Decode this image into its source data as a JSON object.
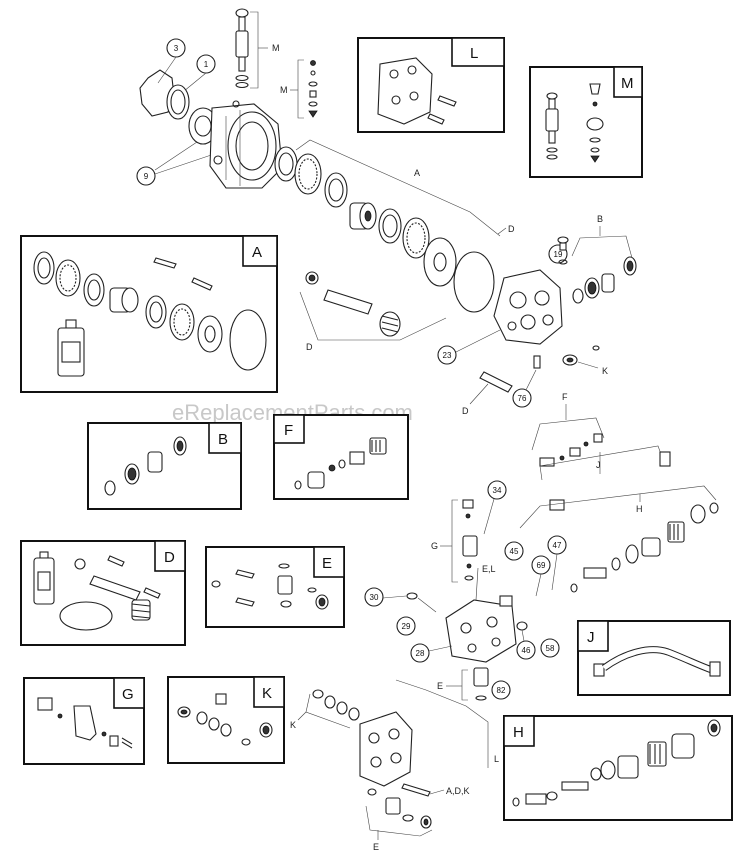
{
  "watermark": "eReplacementParts.com",
  "kits": {
    "A": "A",
    "B": "B",
    "D": "D",
    "E": "E",
    "F": "F",
    "G": "G",
    "H": "H",
    "J": "J",
    "K": "K",
    "L": "L",
    "M": "M"
  },
  "callouts": {
    "n3": "3",
    "n1": "1",
    "n9": "9",
    "n19": "19",
    "n23": "23",
    "n76": "76",
    "n34": "34",
    "n45": "45",
    "n69": "69",
    "n47": "47",
    "n30": "30",
    "n29": "29",
    "n28": "28",
    "n46": "46",
    "n58": "58",
    "n82": "82"
  },
  "letters": {
    "m_top": "M",
    "m_side": "M",
    "a_line": "A",
    "d_right": "D",
    "b_right": "B",
    "d_left": "D",
    "k_right": "K",
    "d_bottom": "D",
    "f_line": "F",
    "j_line": "J",
    "h_line": "H",
    "g_line": "G",
    "el": "E,L",
    "e_mid": "E",
    "k_lower": "K",
    "l_lower": "L",
    "adk": "A,D,K",
    "e_bottom": "E"
  }
}
